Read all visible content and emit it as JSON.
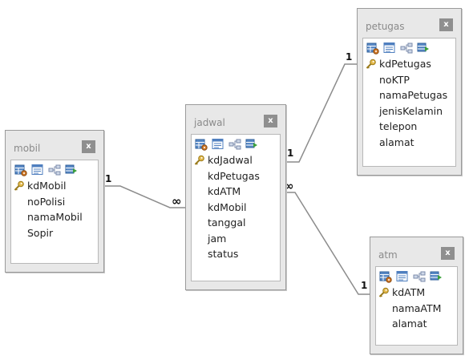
{
  "tables": {
    "mobil": {
      "title": "mobil",
      "close": "x",
      "fields": [
        "kdMobil",
        "noPolisi",
        "namaMobil",
        "Sopir"
      ]
    },
    "jadwal": {
      "title": "jadwal",
      "close": "x",
      "fields": [
        "kdJadwal",
        "kdPetugas",
        "kdATM",
        "kdMobil",
        "tanggal",
        "jam",
        "status"
      ]
    },
    "petugas": {
      "title": "petugas",
      "close": "x",
      "fields": [
        "kdPetugas",
        "noKTP",
        "namaPetugas",
        "jenisKelamin",
        "telepon",
        "alamat"
      ]
    },
    "atm": {
      "title": "atm",
      "close": "x",
      "fields": [
        "kdATM",
        "namaATM",
        "alamat"
      ]
    }
  },
  "relationships": [
    {
      "from_table": "mobil",
      "to_table": "jadwal",
      "from_label": "1",
      "to_label": "∞"
    },
    {
      "from_table": "petugas",
      "to_table": "jadwal",
      "from_label": "1",
      "to_label": "1"
    },
    {
      "from_table": "atm",
      "to_table": "jadwal",
      "from_label": "1",
      "to_label": "∞"
    }
  ],
  "toolbar_icons": [
    "table-properties-icon",
    "indexes-icon",
    "relationships-icon",
    "subdatasheet-icon"
  ],
  "key_icon": "primary-key-icon",
  "colors": {
    "window": "#e8e8e8",
    "title_text": "#8a8a8a",
    "close_button": "#8f8f8f",
    "connector": "#8c8c8c"
  }
}
